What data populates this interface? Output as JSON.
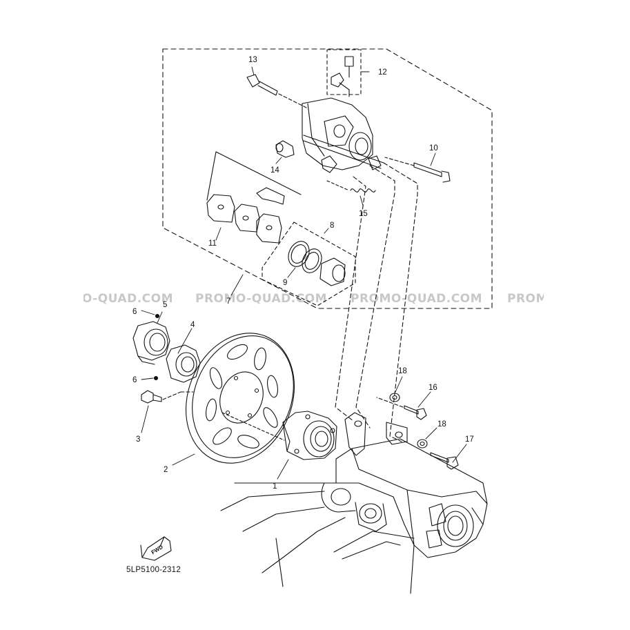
{
  "watermarks": [
    "PROMO-QUAD.COM",
    "PROMO-QUAD.COM",
    "PROMO-QUAD.COM",
    "PROMO-QUAD.COM"
  ],
  "diagram_code": "5LP5100-2312",
  "fwd_label": "FWD",
  "callouts": {
    "c1": "1",
    "c2": "2",
    "c3": "3",
    "c4": "4",
    "c5": "5",
    "c6a": "6",
    "c6b": "6",
    "c7": "7",
    "c8": "8",
    "c9": "9",
    "c10": "10",
    "c11": "11",
    "c12": "12",
    "c13": "13",
    "c14": "14",
    "c15": "15",
    "c16": "16",
    "c17": "17",
    "c18a": "18",
    "c18b": "18"
  },
  "colors": {
    "line": "#111111",
    "watermark": "#c8c8c8",
    "background": "#ffffff"
  }
}
